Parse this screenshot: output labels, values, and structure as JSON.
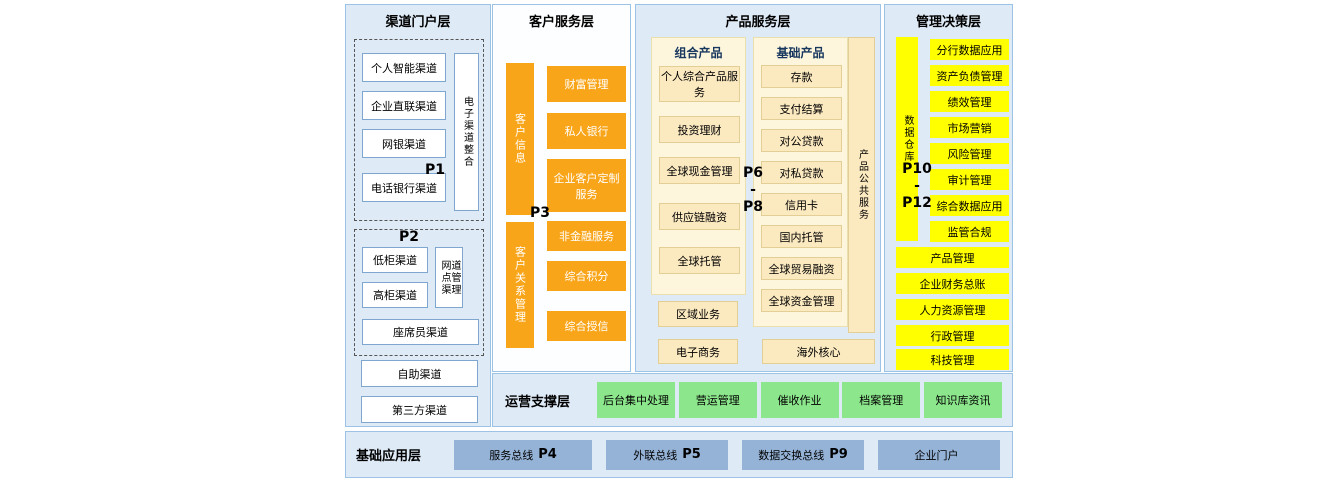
{
  "colors": {
    "panel_blue": "#DEEAF6",
    "panel_border": "#9CC3E5",
    "box_orange": "#F9A51A",
    "cream_bg": "#FDF5DC",
    "cream_box": "#FBE9C0",
    "yellow": "#FFFF00",
    "green": "#8CE78C",
    "blue_box": "#95B3D7"
  },
  "channel": {
    "title": "渠道门户层",
    "group1": {
      "p": "P1",
      "items": [
        "个人智能渠道",
        "企业直联渠道",
        "网银渠道",
        "电话银行渠道"
      ],
      "side": "电子渠道整合"
    },
    "group2": {
      "p": "P2",
      "items": [
        "低柜渠道",
        "高柜渠道"
      ],
      "side": "网点渠道管理",
      "wide": "座席员渠道"
    },
    "extras": [
      "自助渠道",
      "第三方渠道"
    ]
  },
  "customer": {
    "title": "客户服务层",
    "p": "P3",
    "bar1": "客户信息",
    "items1": [
      "财富管理",
      "私人银行",
      "企业客户定制服务"
    ],
    "bar2": "客户关系管理",
    "items2": [
      "非金融服务",
      "综合积分",
      "综合授信"
    ]
  },
  "product": {
    "title": "产品服务层",
    "p_top": "P6",
    "p_dash": "-",
    "p_bottom": "P8",
    "combo_title": "组合产品",
    "combo_items": [
      "个人综合产品服务",
      "投资理财",
      "全球现金管理",
      "供应链融资",
      "全球托管"
    ],
    "basic_title": "基础产品",
    "basic_items": [
      "存款",
      "支付结算",
      "对公贷款",
      "对私贷款",
      "信用卡",
      "国内托管",
      "全球贸易融资",
      "全球资金管理"
    ],
    "side": "产品公共服务",
    "regional": "区域业务",
    "ecommerce": "电子商务",
    "overseas": "海外核心"
  },
  "management": {
    "title": "管理决策层",
    "p_top": "P10",
    "p_dash": "-",
    "p_bottom": "P12",
    "bar": "数据仓库",
    "items": [
      "分行数据应用",
      "资产负债管理",
      "绩效管理",
      "市场营销",
      "风险管理",
      "审计管理",
      "综合数据应用",
      "监管合规"
    ],
    "wide_items": [
      "产品管理",
      "企业财务总账",
      "人力资源管理",
      "行政管理",
      "科技管理"
    ]
  },
  "operations": {
    "title": "运营支撑层",
    "items": [
      "后台集中处理",
      "营运管理",
      "催收作业",
      "档案管理",
      "知识库资讯"
    ]
  },
  "foundation": {
    "title": "基础应用层",
    "items": [
      {
        "label": "服务总线",
        "p": "P4"
      },
      {
        "label": "外联总线",
        "p": "P5"
      },
      {
        "label": "数据交换总线",
        "p": "P9"
      },
      {
        "label": "企业门户",
        "p": ""
      }
    ]
  }
}
